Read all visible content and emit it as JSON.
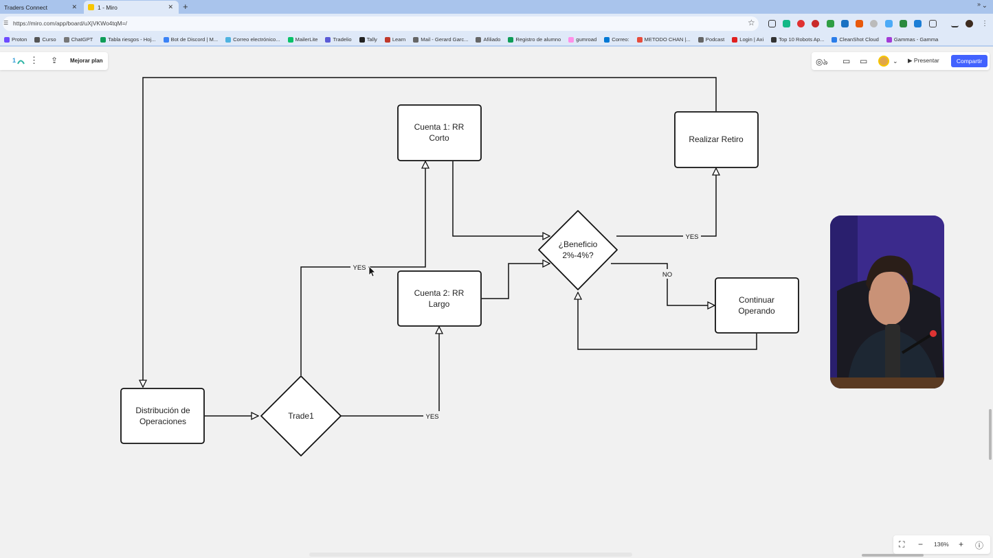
{
  "browser": {
    "tabs": [
      {
        "title": "Traders Connect",
        "active": false
      },
      {
        "title": "1 - Miro",
        "active": true
      }
    ],
    "url": "https://miro.com/app/board/uXjVKWo4tqM=/",
    "bookmarks": [
      {
        "label": "Proton",
        "color": "#6d4aff"
      },
      {
        "label": "Curso",
        "color": "#555555"
      },
      {
        "label": "ChatGPT",
        "color": "#777777"
      },
      {
        "label": "Tabla riesgos - Hoj...",
        "color": "#0f9d58"
      },
      {
        "label": "Bot de Discord | M...",
        "color": "#3b82f6"
      },
      {
        "label": "Correo electrónico...",
        "color": "#4fb3e0"
      },
      {
        "label": "MailerLite",
        "color": "#09c269"
      },
      {
        "label": "Tradelio",
        "color": "#5b5bd6"
      },
      {
        "label": "Tally",
        "color": "#222222"
      },
      {
        "label": "Learn",
        "color": "#c0392b"
      },
      {
        "label": "Mail - Gerard Garc...",
        "color": "#666666"
      },
      {
        "label": "Afiliado",
        "color": "#666666"
      },
      {
        "label": "Registro de alumno",
        "color": "#0f9d58"
      },
      {
        "label": "gumroad",
        "color": "#ff90e8"
      },
      {
        "label": "Correo:",
        "color": "#0078d4"
      },
      {
        "label": "METODO CHAN |...",
        "color": "#e74c3c"
      },
      {
        "label": "Podcast",
        "color": "#666666"
      },
      {
        "label": "Login | Axi",
        "color": "#e02020"
      },
      {
        "label": "Top 10 Robots Ap...",
        "color": "#333333"
      },
      {
        "label": "CleanShot Cloud",
        "color": "#2b7de9"
      },
      {
        "label": "Gammas - Gamma",
        "color": "#a33bd6"
      }
    ]
  },
  "miro": {
    "board_number": "1",
    "upgrade_label": "Mejorar plan",
    "present_label": "Presentar",
    "share_label": "Compartir",
    "zoom": "136%"
  },
  "diagram": {
    "nodes": {
      "cuenta1": [
        "Cuenta 1: RR",
        "Corto"
      ],
      "realizar": [
        "Realizar Retiro"
      ],
      "beneficio": [
        "¿Beneficio",
        "2%-4%?"
      ],
      "cuenta2": [
        "Cuenta 2: RR",
        "Largo"
      ],
      "continuar": [
        "Continuar",
        "Operando"
      ],
      "distribucion": [
        "Distribución de",
        "Operaciones"
      ],
      "trade1": [
        "Trade1"
      ]
    },
    "edge_labels": {
      "yes_top": "YES",
      "yes_retiro": "YES",
      "no_continuar": "NO",
      "yes_bottom": "YES"
    }
  },
  "colors": {
    "accent": "#4262ff",
    "canvas": "#f1f1f1",
    "tabbar": "#a9c4ec"
  }
}
